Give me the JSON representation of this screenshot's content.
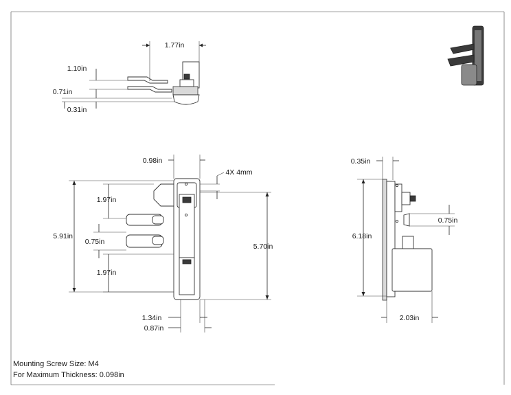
{
  "drawing": {
    "dimensions": {
      "top_width": "1.77in",
      "top_h1": "1.10in",
      "top_h2": "0.71in",
      "top_h3": "0.31in",
      "front_width": "0.98in",
      "front_holes": "4X 4mm",
      "front_upper": "1.97in",
      "front_total": "5.91in",
      "front_middle": "0.75in",
      "front_lower": "1.97in",
      "front_height": "5.70in",
      "front_bottom_a": "1.34in",
      "front_bottom_b": "0.87in",
      "side_top": "0.35in",
      "side_right": "0.75in",
      "side_height": "6.18in",
      "side_depth": "2.03in"
    },
    "notes": {
      "screw_size": "Mounting Screw Size: M4",
      "max_thickness": "For Maximum Thickness: 0.098in"
    },
    "colors": {
      "line": "#222222",
      "part_fill": "#ffffff",
      "shade": "#d9d9d9",
      "thumbnail": "#3a3a3a"
    }
  }
}
